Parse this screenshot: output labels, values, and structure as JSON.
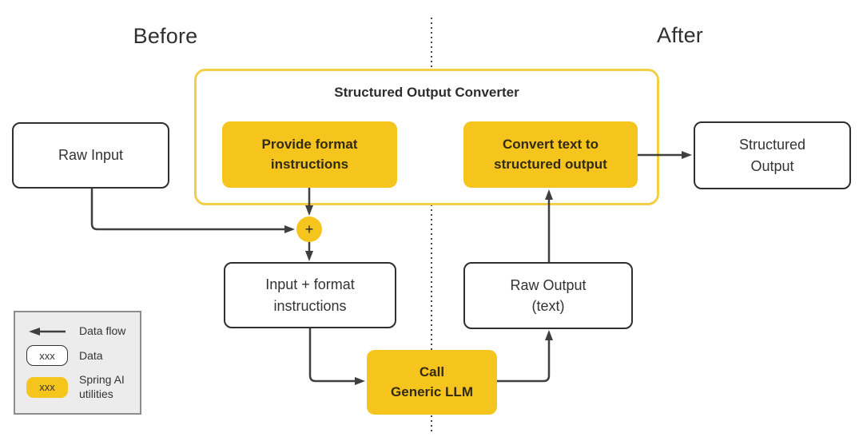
{
  "labels": {
    "before": "Before",
    "after": "After"
  },
  "converter": {
    "title": "Structured Output Converter"
  },
  "nodes": {
    "raw_input": "Raw Input",
    "provide_format": "Provide format\ninstructions",
    "convert_text": "Convert text to\nstructured  output",
    "structured_output": "Structured\nOutput",
    "plus": "+",
    "input_format": "Input + format\ninstructions",
    "raw_output": "Raw Output\n(text)",
    "call_llm": "Call\nGeneric LLM"
  },
  "legend": {
    "flow_label": "Data flow",
    "data_sample": "xxx",
    "data_label": "Data",
    "utilities_sample": "xxx",
    "utilities_label": "Spring AI\nutilities"
  },
  "colors": {
    "utility_yellow": "#f5c51e",
    "container_border_yellow": "#f2cf47",
    "arrow_dark": "#3f3f3f",
    "legend_background": "#ececec",
    "text_dark": "#333333"
  }
}
